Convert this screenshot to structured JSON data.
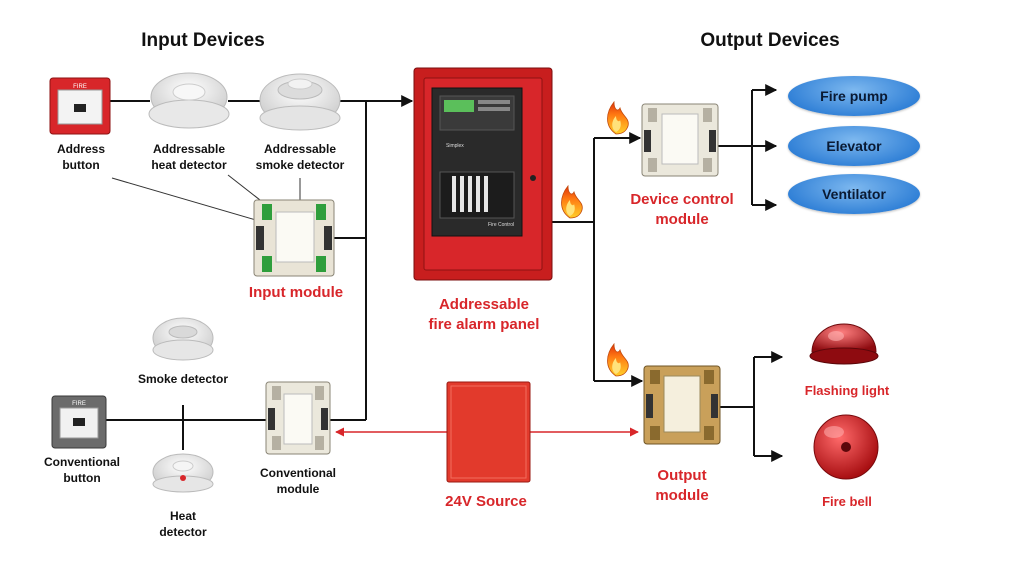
{
  "headers": {
    "input": "Input Devices",
    "output": "Output Devices"
  },
  "devices": {
    "address_button": "Address\nbutton",
    "addressable_heat": "Addressable\nheat detector",
    "addressable_smoke": "Addressable\nsmoke detector",
    "input_module": "Input module",
    "smoke_detector": "Smoke detector",
    "conventional_button": "Conventional\nbutton",
    "heat_detector": "Heat\ndetector",
    "conventional_module": "Conventional\nmodule",
    "panel": "Addressable\nfire alarm panel",
    "source_24v": "24V Source",
    "device_control_module": "Device control\nmodule",
    "output_module": "Output\nmodule",
    "fire_pump": "Fire pump",
    "elevator": "Elevator",
    "ventilator": "Ventilator",
    "flashing_light": "Flashing light",
    "fire_bell": "Fire bell"
  },
  "device_text": {
    "call_point_label": "FIRE",
    "panel_brand": "Simplex",
    "panel_caption": "Fire Control"
  },
  "colors": {
    "signal_wire": "#111111",
    "power_wire": "#d8262a",
    "panel_red": "#c81e1e",
    "ellipse_blue": "#2f7fd6"
  }
}
